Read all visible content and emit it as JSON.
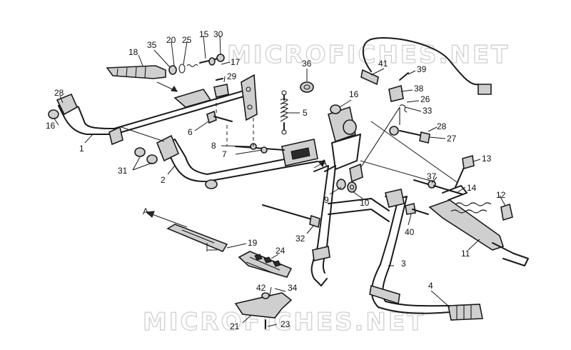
{
  "watermark": "MICROFICHES.NET",
  "arrow_label": "A",
  "labels": {
    "p1": "1",
    "p2": "2",
    "p3": "3",
    "p4": "4",
    "p5": "5",
    "p6": "6",
    "p7": "7",
    "p8": "8",
    "p9": "9",
    "p10": "10",
    "p11": "11",
    "p12": "12",
    "p13": "13",
    "p14": "14",
    "p15": "15",
    "p16a": "16",
    "p16b": "16",
    "p17": "17",
    "p18": "18",
    "p19": "19",
    "p20": "20",
    "p21": "21",
    "p23": "23",
    "p24": "24",
    "p25": "25",
    "p26": "26",
    "p27": "27",
    "p28a": "28",
    "p28b": "28",
    "p29": "29",
    "p30": "30",
    "p31": "31",
    "p32": "32",
    "p33": "33",
    "p34": "34",
    "p35": "35",
    "p36": "36",
    "p37": "37",
    "p38": "38",
    "p39": "39",
    "p40": "40",
    "p41": "41",
    "p42": "42"
  }
}
